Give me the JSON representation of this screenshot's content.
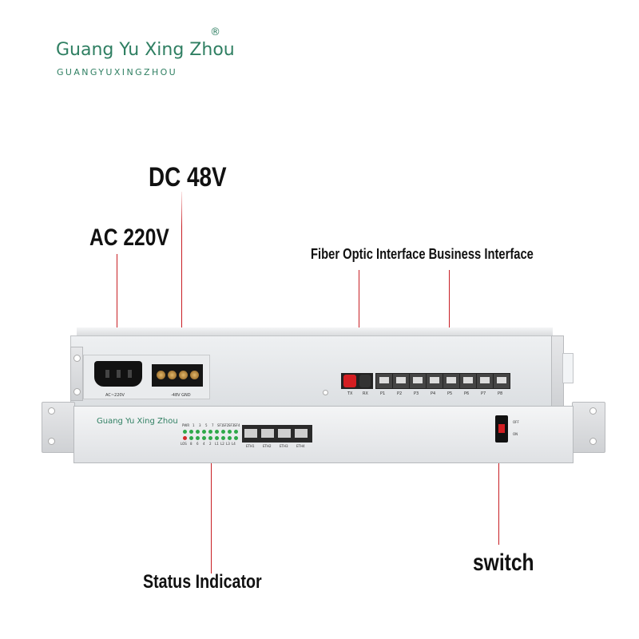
{
  "brand": {
    "name": "Guang Yu Xing Zhou",
    "registered": "®",
    "subtitle": "GUANGYUXINGZHOU"
  },
  "labels": {
    "dc": "DC 48V",
    "ac": "AC 220V",
    "fiber": "Fiber Optic Interface Business Interface",
    "status": "Status Indicator",
    "switch": "switch"
  },
  "device": {
    "back": {
      "ac_marking": "AC~220V",
      "dc_marking": "-48V  GND",
      "fiber_ports": [
        "TX",
        "RX"
      ],
      "business_ports": [
        "P1",
        "P2",
        "P3",
        "P4",
        "P5",
        "P6",
        "P7",
        "P8"
      ]
    },
    "front": {
      "brand": "Guang Yu Xing Zhou",
      "led_top_row": [
        "PWR",
        "1",
        "3",
        "5",
        "7",
        "SF1",
        "SF2",
        "SF3",
        "SF4"
      ],
      "led_bottom_row": [
        "LOS",
        "8",
        "6",
        "4",
        "2",
        "L1",
        "L2",
        "L3",
        "L4"
      ],
      "eth_ports": [
        "ETH1",
        "ETH2",
        "ETH3",
        "ETH4"
      ],
      "switch_states": [
        "OFF",
        "ON"
      ]
    }
  },
  "colors": {
    "brand_green": "#2f7f62",
    "callout_red": "#c81e24",
    "chassis_gray": "#e2e4e6"
  }
}
